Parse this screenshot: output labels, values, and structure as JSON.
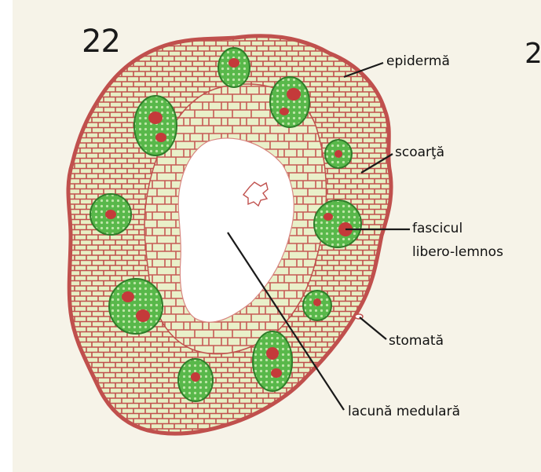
{
  "figure": {
    "number": "22",
    "next_figure_number_partial": "2"
  },
  "labels": {
    "epiderma": "epidermă",
    "scoarta": "scoarţă",
    "fascicul_line1": "fascicul",
    "fascicul_line2": "libero-lemnos",
    "stomata": "stomată",
    "lacuna": "lacună medulară"
  },
  "colors": {
    "page": "#f6f3e8",
    "cell_wall": "#c0504d",
    "cell_fill": "#e7efc4",
    "bundle_green": "#3ea83a",
    "bundle_core": "#c43a3a",
    "lacuna": "#ffffff",
    "leader_line": "#1a1a1a"
  }
}
